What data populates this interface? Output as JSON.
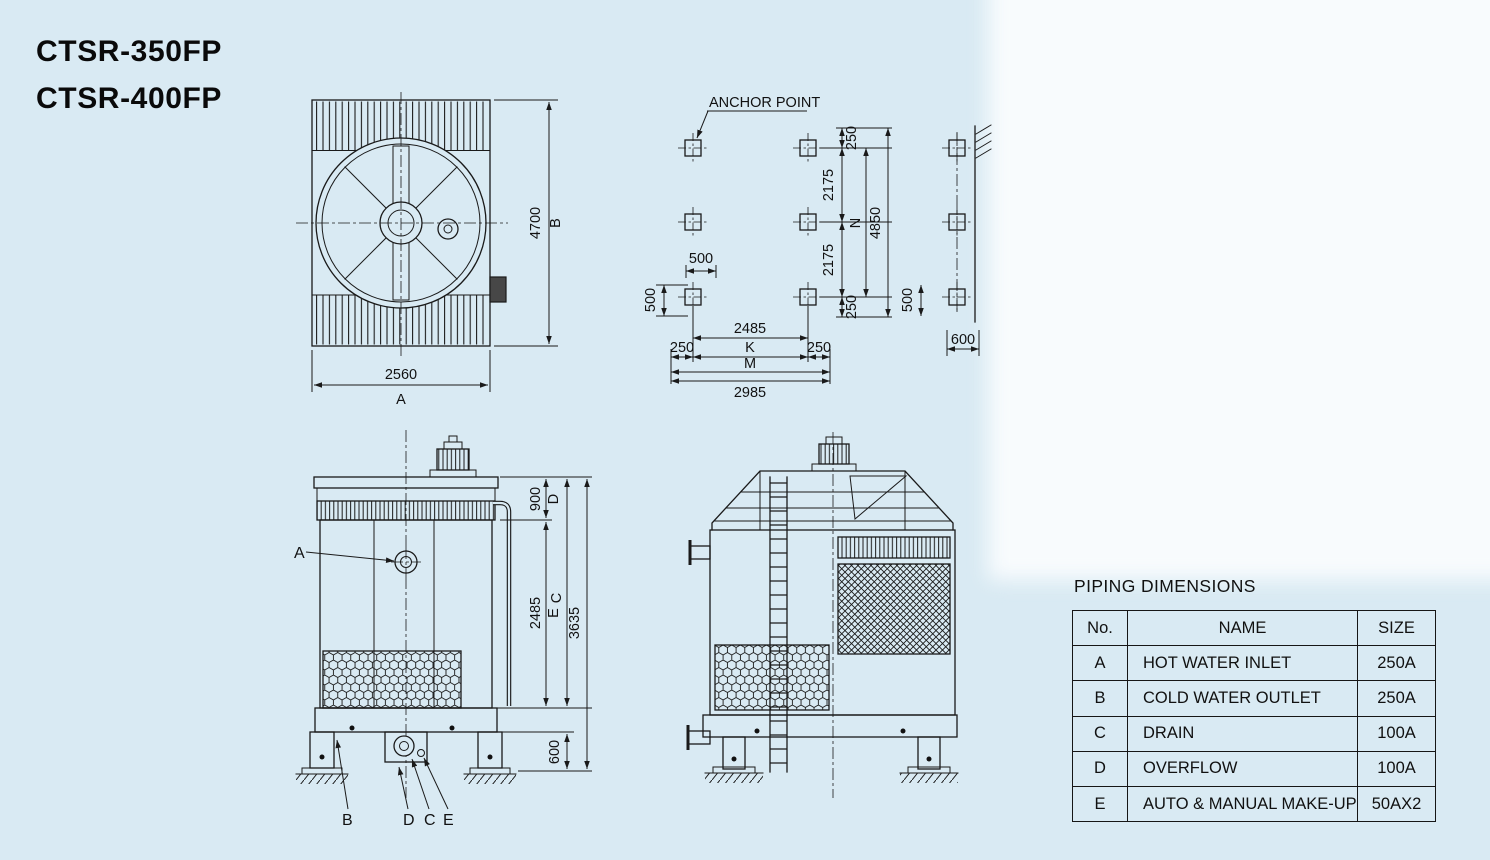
{
  "colors": {
    "background": "#d9eaf3",
    "line": "#1a1a1a",
    "paper_white": "#f8fbfd"
  },
  "title": {
    "model_1": "CTSR-350FP",
    "model_2": "CTSR-400FP"
  },
  "plan_view": {
    "dim_height": "4700",
    "dim_height_ref": "B",
    "dim_width": "2560",
    "dim_width_ref": "A"
  },
  "anchor_plan": {
    "label": "ANCHOR POINT",
    "dim_top_margin": "250",
    "dim_gap_upper": "2175",
    "dim_gap_lower": "2175",
    "dim_bottom_margin": "250",
    "dim_span_ref": "N",
    "dim_total_height": "4850",
    "dim_offset_mid": "500",
    "dim_offset_left": "500",
    "dim_col_span": "2485",
    "dim_left_margin": "250",
    "dim_col_ref": "K",
    "dim_right_margin": "250",
    "dim_overall_ref": "M",
    "dim_total_width": "2985"
  },
  "anchor_side": {
    "dim_offset": "500",
    "dim_depth": "600"
  },
  "elevation_front": {
    "dim_casing_top": "900",
    "dim_casing_top_ref": "D",
    "dim_shell": "2485",
    "dim_shell_ref": "E",
    "dim_height_ref": "C",
    "dim_total_height": "3635",
    "dim_base_height": "600",
    "label_hot_water_inlet": "A",
    "label_cold_water_outlet": "B",
    "label_overflow": "D",
    "label_drain": "C",
    "label_makeup": "E"
  },
  "piping_table": {
    "title": "PIPING DIMENSIONS",
    "headers": {
      "no": "No.",
      "name": "NAME",
      "size": "SIZE"
    },
    "rows": [
      {
        "no": "A",
        "name": "HOT WATER INLET",
        "size": "250A"
      },
      {
        "no": "B",
        "name": "COLD WATER OUTLET",
        "size": "250A"
      },
      {
        "no": "C",
        "name": "DRAIN",
        "size": "100A"
      },
      {
        "no": "D",
        "name": "OVERFLOW",
        "size": "100A"
      },
      {
        "no": "E",
        "name": "AUTO & MANUAL MAKE-UP",
        "size": "50AX2"
      }
    ]
  }
}
